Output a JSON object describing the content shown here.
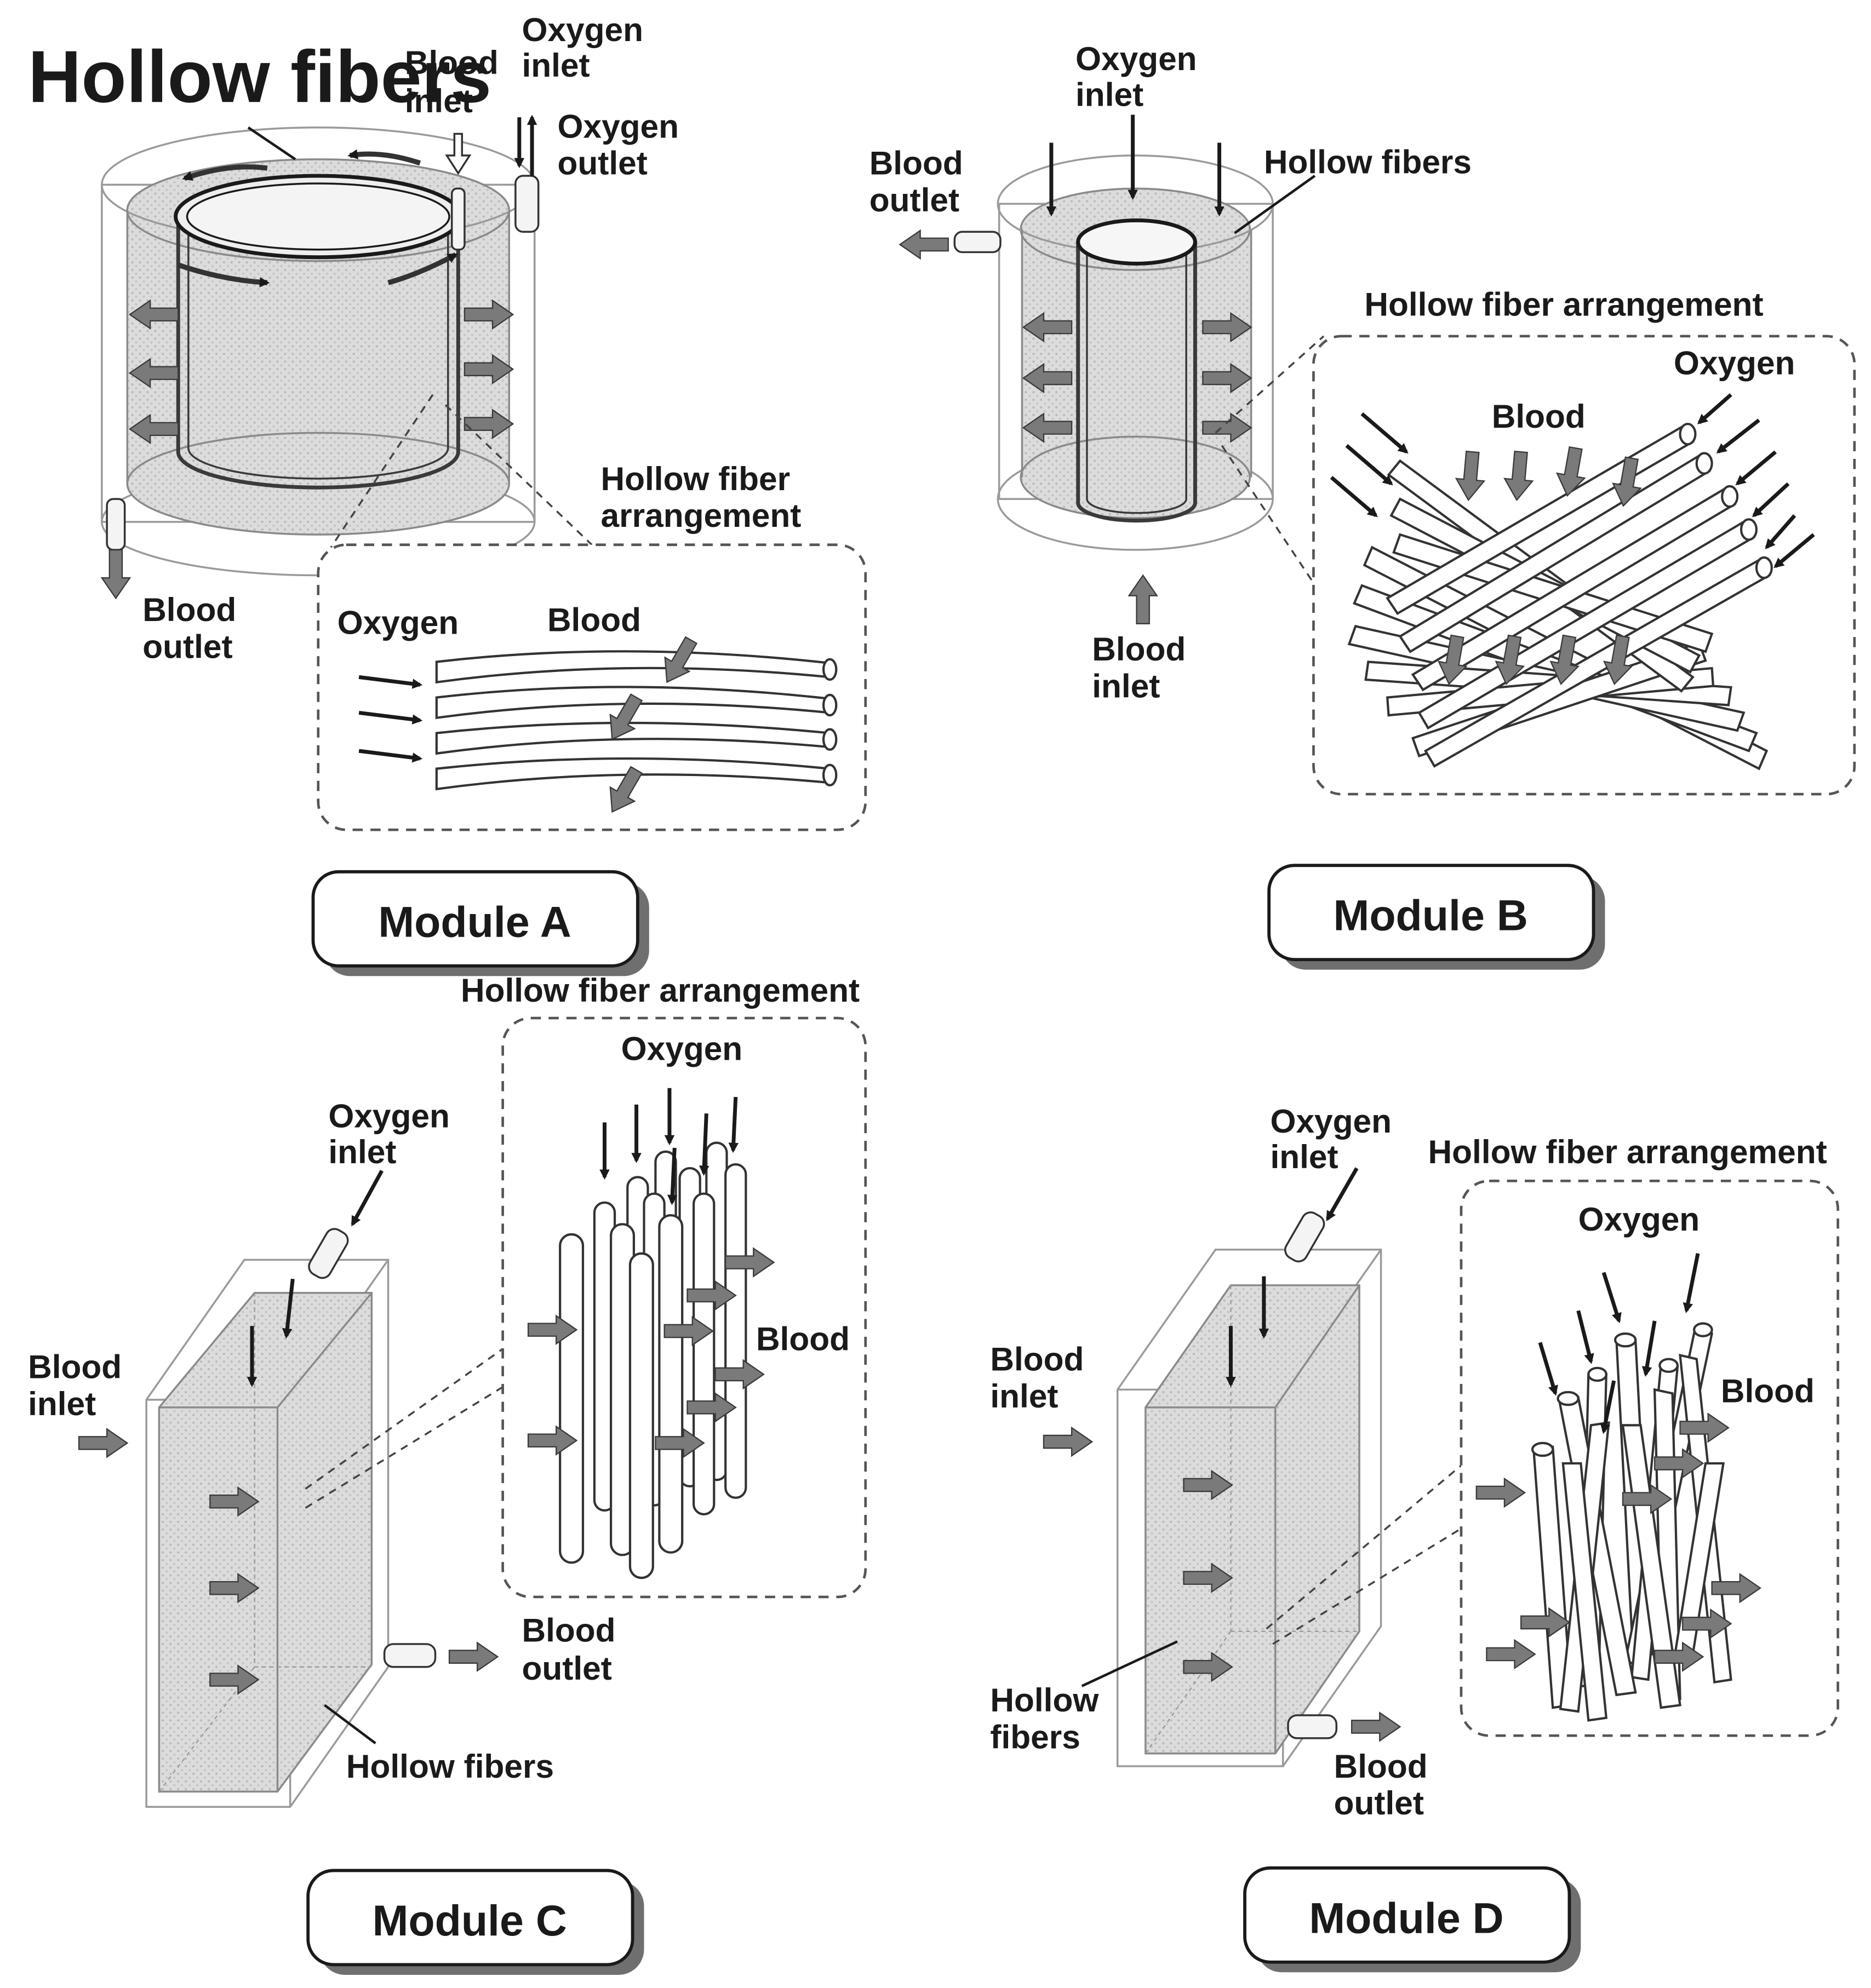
{
  "colors": {
    "ink": "#1a1a1a",
    "hatch": "#d6d6d6",
    "arrow_fill": "#7a7a7a",
    "label_shadow": "#6f6f6f"
  },
  "icons": [
    "gray-block-arrow-icon",
    "black-line-arrow-icon",
    "hollow-block-arrow-icon",
    "tube-port-icon"
  ],
  "module_a": {
    "hollow_fibers": "Hollow fibers",
    "blood_inlet": [
      "Blood",
      "inlet"
    ],
    "oxygen_inlet": [
      "Oxygen",
      "inlet"
    ],
    "oxygen_outlet": [
      "Oxygen",
      "outlet"
    ],
    "blood_outlet": [
      "Blood",
      "outlet"
    ],
    "arrangement_title": [
      "Hollow fiber",
      "arrangement"
    ],
    "oxygen": "Oxygen",
    "blood": "Blood",
    "label": "Module A"
  },
  "module_b": {
    "oxygen_inlet": [
      "Oxygen",
      "inlet"
    ],
    "blood_outlet": [
      "Blood",
      "outlet"
    ],
    "hollow_fibers": "Hollow fibers",
    "arrangement_title": "Hollow fiber arrangement",
    "oxygen": "Oxygen",
    "blood": "Blood",
    "blood_inlet": [
      "Blood",
      "inlet"
    ],
    "label": "Module B"
  },
  "module_c": {
    "arrangement_title": "Hollow fiber arrangement",
    "oxygen": "Oxygen",
    "oxygen_inlet": [
      "Oxygen",
      "inlet"
    ],
    "blood_inlet": [
      "Blood",
      "inlet"
    ],
    "blood": "Blood",
    "blood_outlet": [
      "Blood",
      "outlet"
    ],
    "hollow_fibers": "Hollow fibers",
    "label": "Module C"
  },
  "module_d": {
    "oxygen_inlet": [
      "Oxygen",
      "inlet"
    ],
    "arrangement_title": "Hollow fiber arrangement",
    "oxygen": "Oxygen",
    "blood_inlet": [
      "Blood",
      "inlet"
    ],
    "blood": "Blood",
    "hollow_fibers": [
      "Hollow",
      "fibers"
    ],
    "blood_outlet": [
      "Blood",
      "outlet"
    ],
    "label": "Module D"
  }
}
